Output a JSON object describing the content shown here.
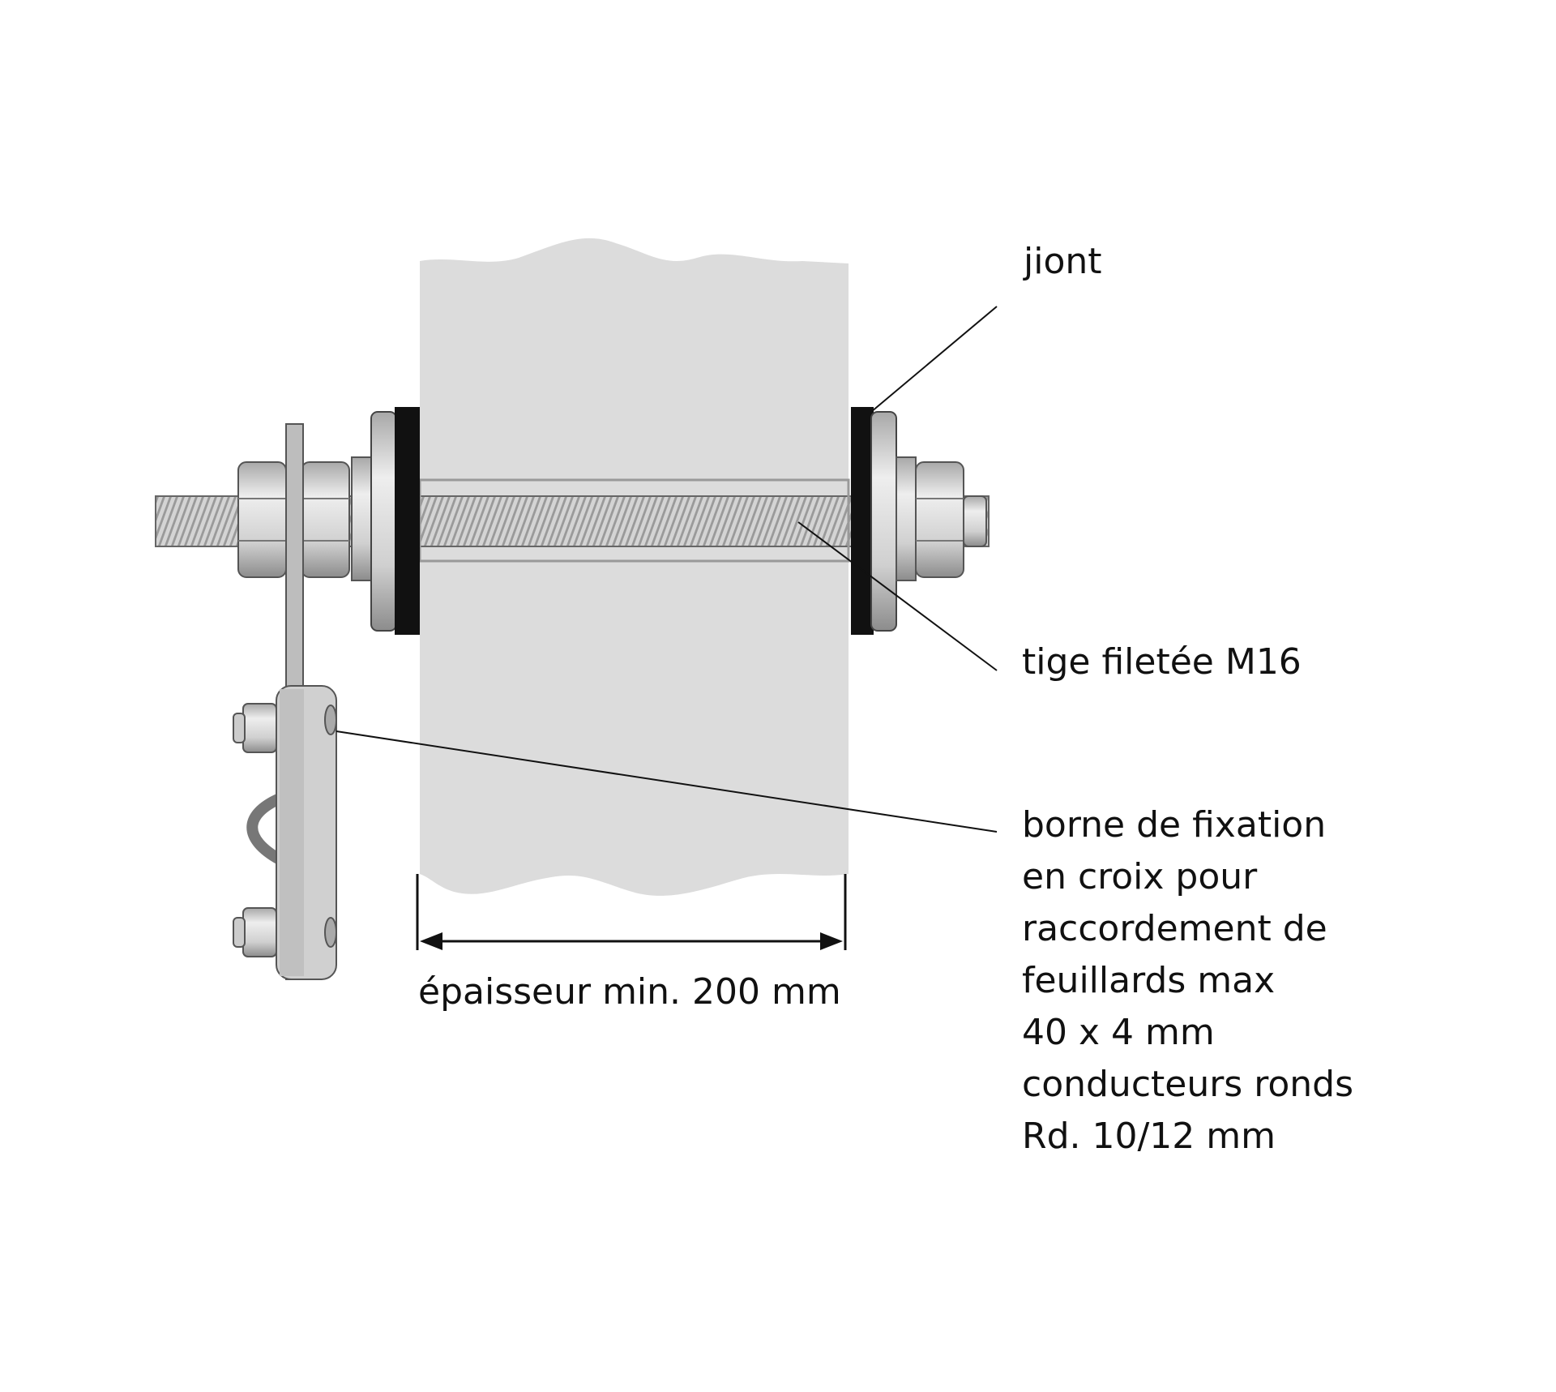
{
  "labels": {
    "joint": "jiont",
    "threaded_rod": "tige filetée M16",
    "clamp_lines": [
      "borne de fixation",
      "en croix pour",
      "raccordement de",
      "feuillards max",
      "40 x 4 mm",
      "conducteurs ronds",
      "Rd. 10/12 mm"
    ],
    "thickness": "épaisseur min. 200 mm"
  },
  "colors": {
    "wall": "#dcdcdc",
    "gasket": "#111111",
    "metal": "#c8c8c8",
    "metal_dark": "#8a8a8a"
  }
}
